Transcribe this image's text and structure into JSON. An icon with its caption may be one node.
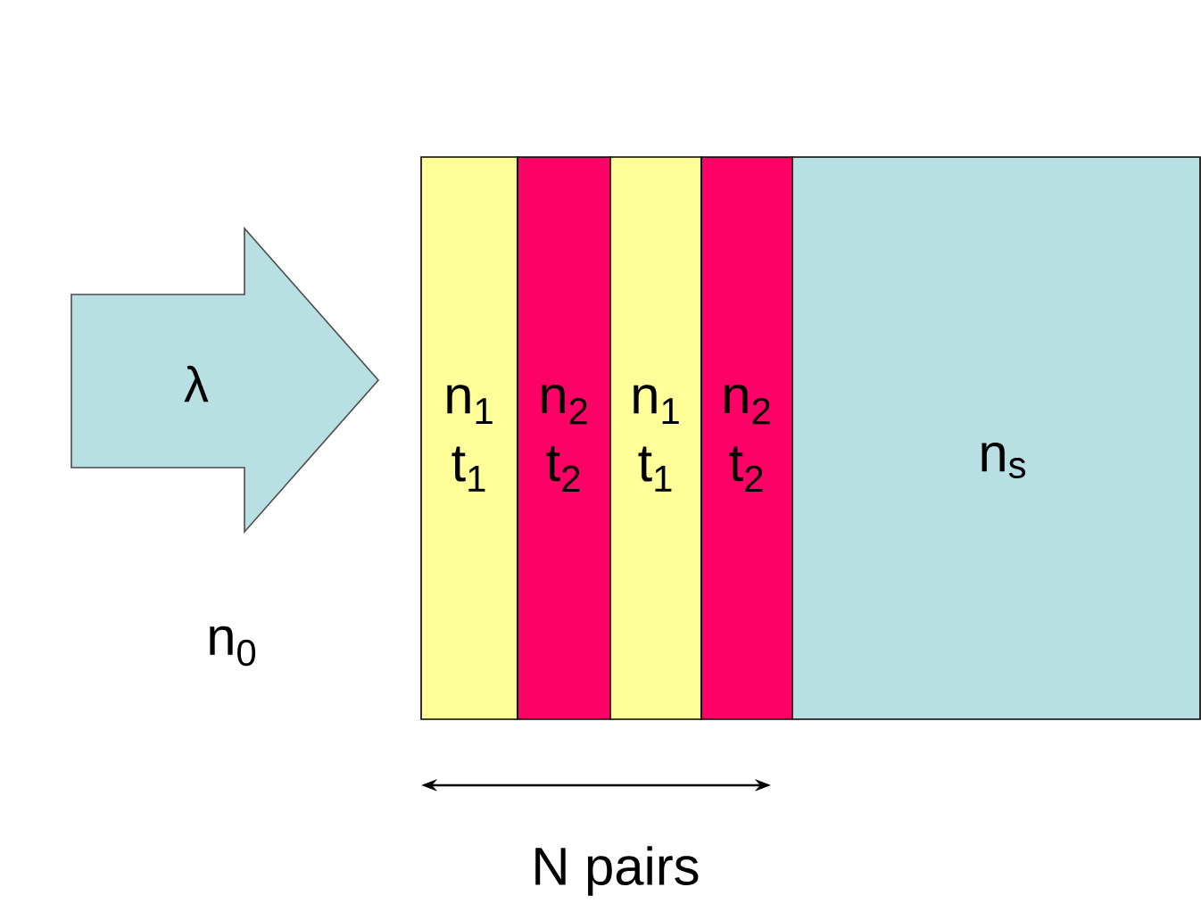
{
  "diagram": {
    "nodes": [
      {
        "text": [
          "λ"
        ]
      },
      {
        "text": [
          "n$_{1}$",
          "t$_{1}$"
        ]
      },
      {
        "text": [
          "n$_{2}$",
          "t$_{2}$"
        ]
      },
      {
        "text": [
          "n$_{1}$",
          "t$_{1}$"
        ]
      },
      {
        "text": [
          "n$_{2}$",
          "t$_{2}$"
        ]
      },
      {
        "text": [
          "n$_{s}$"
        ]
      }
    ],
    "labels": [
      "n$_{0}$",
      "N pairs"
    ]
  }
}
